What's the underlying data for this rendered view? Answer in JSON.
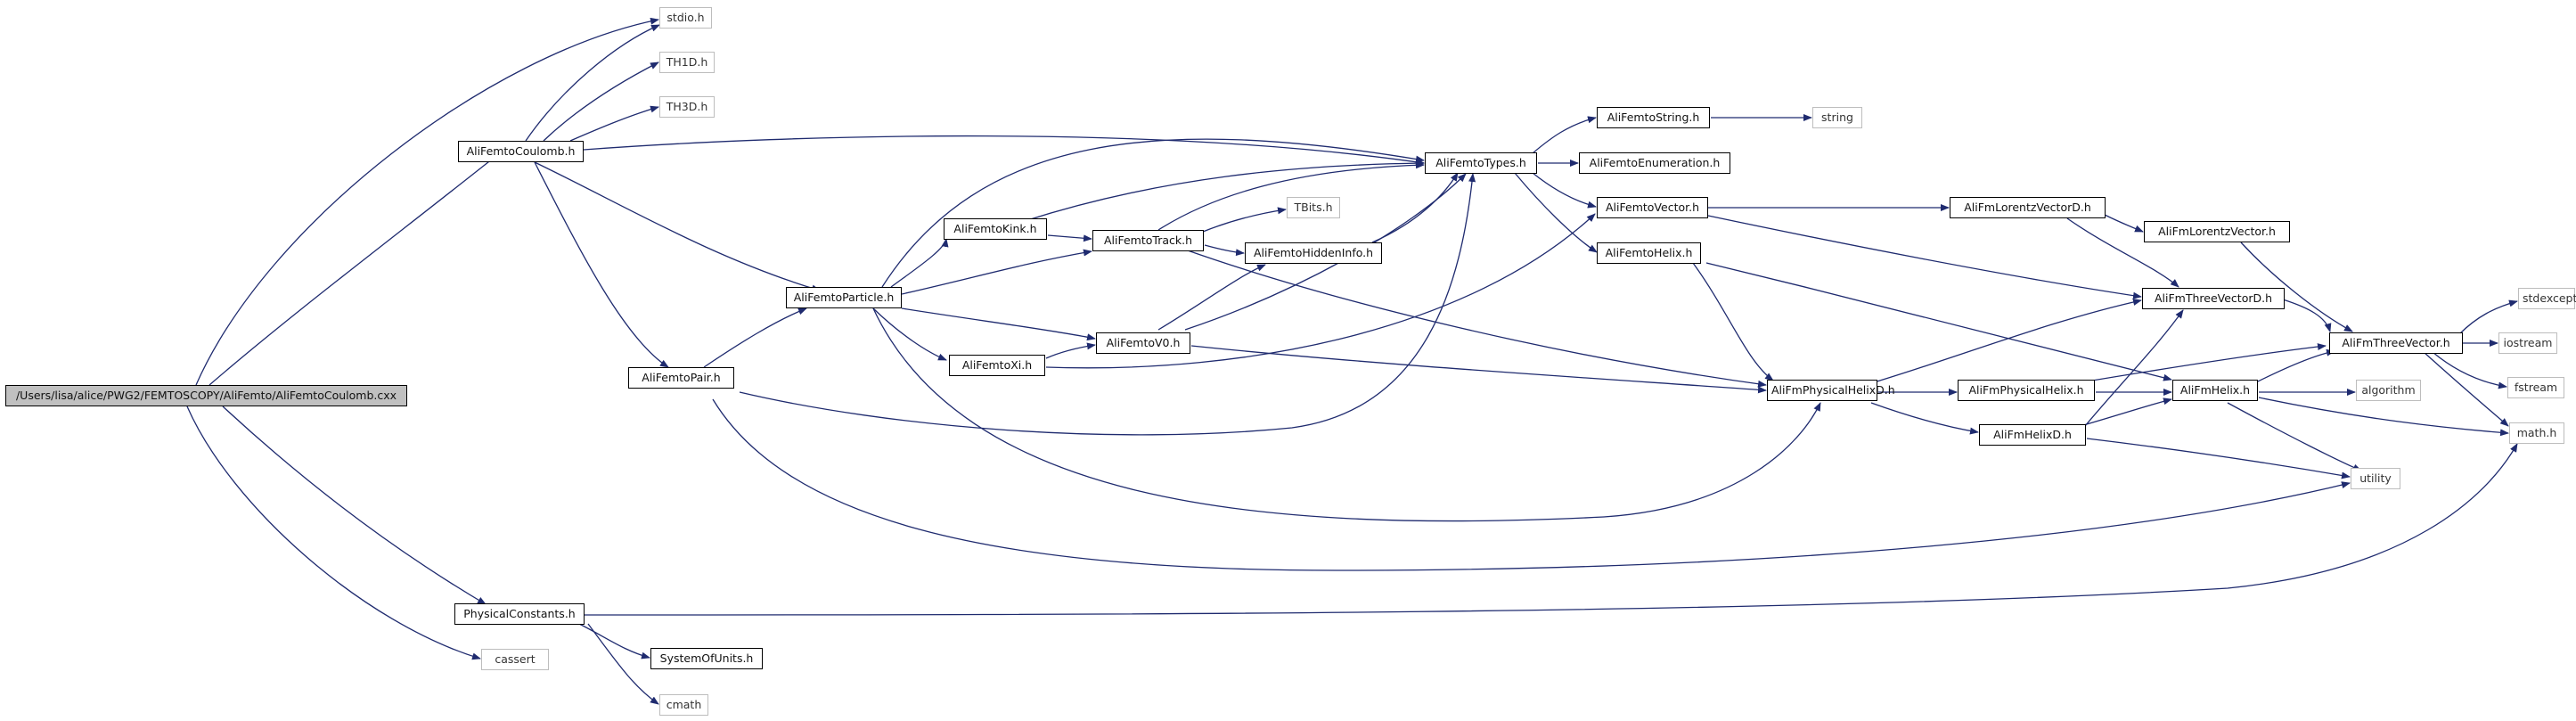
{
  "graph": {
    "nodes": {
      "root": "/Users/lisa/alice/PWG2/FEMTOSCOPY/AliFemto/AliFemtoCoulomb.cxx",
      "stdio": "stdio.h",
      "th1d": "TH1D.h",
      "th3d": "TH3D.h",
      "coulomb": "AliFemtoCoulomb.h",
      "types": "AliFemtoTypes.h",
      "fstring": "AliFemtoString.h",
      "string": "string",
      "enumeration": "AliFemtoEnumeration.h",
      "vector": "AliFemtoVector.h",
      "helix": "AliFemtoHelix.h",
      "lorentzd": "AliFmLorentzVectorD.h",
      "lorentz": "AliFmLorentzVector.h",
      "threed": "AliFmThreeVectorD.h",
      "three": "AliFmThreeVector.h",
      "stdexcept": "stdexcept",
      "iostream": "iostream",
      "fstream": "fstream",
      "math": "math.h",
      "kink": "AliFemtoKink.h",
      "track": "AliFemtoTrack.h",
      "tbits": "TBits.h",
      "hidden": "AliFemtoHiddenInfo.h",
      "particle": "AliFemtoParticle.h",
      "v0": "AliFemtoV0.h",
      "xi": "AliFemtoXi.h",
      "pair": "AliFemtoPair.h",
      "physhelixd": "AliFmPhysicalHelixD.h",
      "physhelix": "AliFmPhysicalHelix.h",
      "fmhelix": "AliFmHelix.h",
      "algorithm": "algorithm",
      "fmhelixd": "AliFmHelixD.h",
      "utility": "utility",
      "physconst": "PhysicalConstants.h",
      "cassert": "cassert",
      "sysunits": "SystemOfUnits.h",
      "cmath": "cmath"
    }
  }
}
